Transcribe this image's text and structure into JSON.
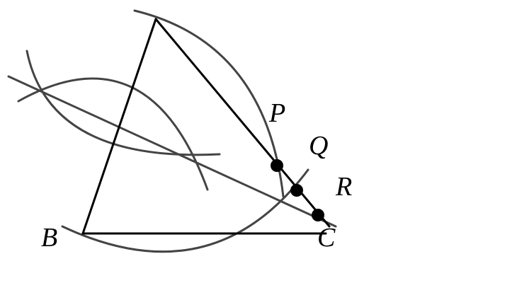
{
  "figure": {
    "labels": {
      "B": "B",
      "C": "C",
      "P": "P",
      "Q": "Q",
      "R": "R"
    },
    "colors": {
      "lines": "#000000",
      "construction_arcs": "#444444",
      "points": "#000000",
      "background": "#ffffff"
    }
  }
}
